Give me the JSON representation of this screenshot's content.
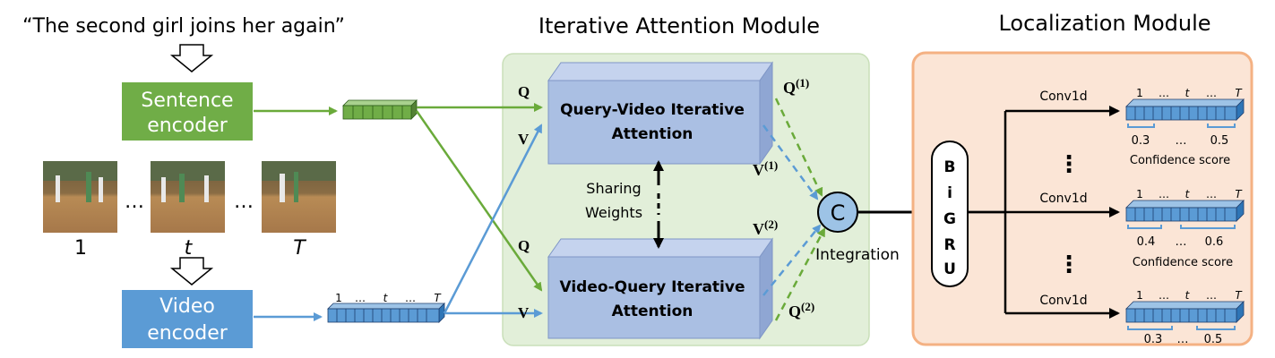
{
  "input": {
    "query_text": "“The second girl joins her again”",
    "frame_labels": [
      "1",
      "t",
      "T"
    ],
    "ellipsis": "…"
  },
  "encoders": {
    "sentence": [
      "Sentence",
      "encoder"
    ],
    "video": [
      "Video",
      "encoder"
    ]
  },
  "attention_module": {
    "title": "Iterative Attention Module",
    "top_block": [
      "Query-Video Iterative",
      "Attention"
    ],
    "bottom_block": [
      "Video-Query Iterative",
      "Attention"
    ],
    "sharing": [
      "Sharing",
      "Weights"
    ],
    "inputs": {
      "q": "Q",
      "v": "V"
    },
    "outputs": {
      "q1": "Q",
      "q1_sup": "(1)",
      "v1": "V",
      "v1_sup": "(1)",
      "v2": "V",
      "v2_sup": "(2)",
      "q2": "Q",
      "q2_sup": "(2)"
    },
    "concat_symbol": "C",
    "integration": "Integration"
  },
  "localization_module": {
    "title": "Localization Module",
    "rnn_letters": [
      "B",
      "i",
      "G",
      "R",
      "U"
    ],
    "conv_label": "Conv1d",
    "vdots": "⋮",
    "seq_axis": [
      "1",
      "…",
      "t",
      "…",
      "T"
    ],
    "confidence_label": "Confidence score",
    "rows": [
      {
        "left": "0.3",
        "mid": "…",
        "right": "0.5",
        "caption": "Confidence score"
      },
      {
        "left": "0.4",
        "mid": "…",
        "right": "0.6",
        "caption": "Confidence score"
      },
      {
        "left": "0.3",
        "mid": "…",
        "right": "0.5",
        "caption": ""
      }
    ]
  },
  "video_seq_axis": [
    "1",
    "…",
    "t",
    "…",
    "T"
  ],
  "colors": {
    "green": "#6aaa3a",
    "green_fill": "#70ad47",
    "blue": "#5b9bd5",
    "blue_fill": "#4a8fd6",
    "attn_panel": "#e3efd9",
    "loc_panel": "#fbe5d6",
    "loc_border": "#f4b183",
    "block_fill": "#aabfe3",
    "block_top": "#c5d3ee",
    "block_side": "#8fa6d3"
  }
}
